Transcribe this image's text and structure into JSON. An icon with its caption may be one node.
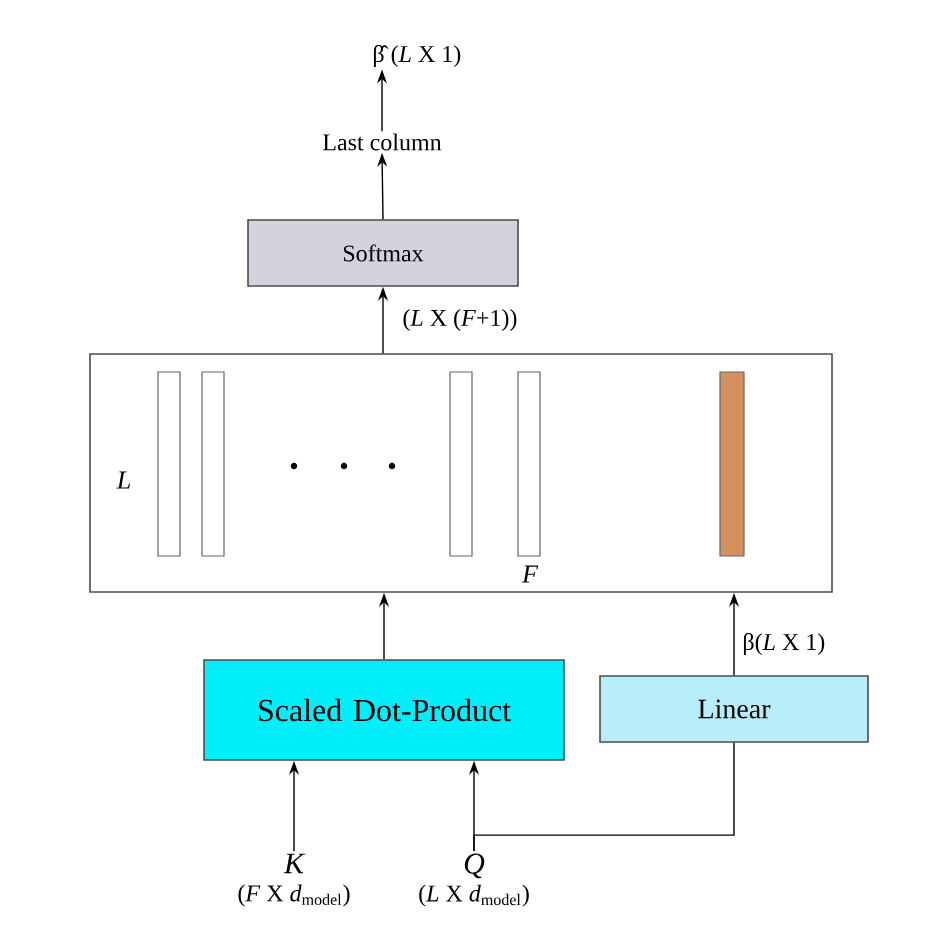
{
  "diagram": {
    "nodes": [
      {
        "text": [
          "β̂ (*L* X 1)"
        ]
      },
      {
        "text": [
          "Last column"
        ]
      },
      {
        "text": [
          "Softmax"
        ]
      },
      {
        "text": [
          "L",
          "F"
        ]
      },
      {
        "text": [
          "Scaled Dot-Product"
        ]
      },
      {
        "text": [
          "Linear"
        ]
      },
      {
        "text": [
          "K",
          "(*F* X *d*$_{model}$)"
        ]
      },
      {
        "text": [
          "Q",
          "(*L* X *d*$_{model}$)"
        ]
      }
    ],
    "edges": [
      {
        "from": 2,
        "to": 1,
        "arrow": "to"
      },
      {
        "from": 1,
        "to": 0,
        "arrow": "to"
      },
      {
        "from": 3,
        "to": 2,
        "arrow": "to",
        "label": "(*L* X (*F*+1))"
      },
      {
        "from": 4,
        "to": 3,
        "arrow": "to"
      },
      {
        "from": 5,
        "to": 3,
        "arrow": "to",
        "label": "β(*L* X 1)"
      },
      {
        "from": 6,
        "to": 4,
        "arrow": "to"
      },
      {
        "from": 7,
        "to": 4,
        "arrow": "to"
      },
      {
        "from": 7,
        "to": 5,
        "arrow": "none"
      }
    ]
  }
}
